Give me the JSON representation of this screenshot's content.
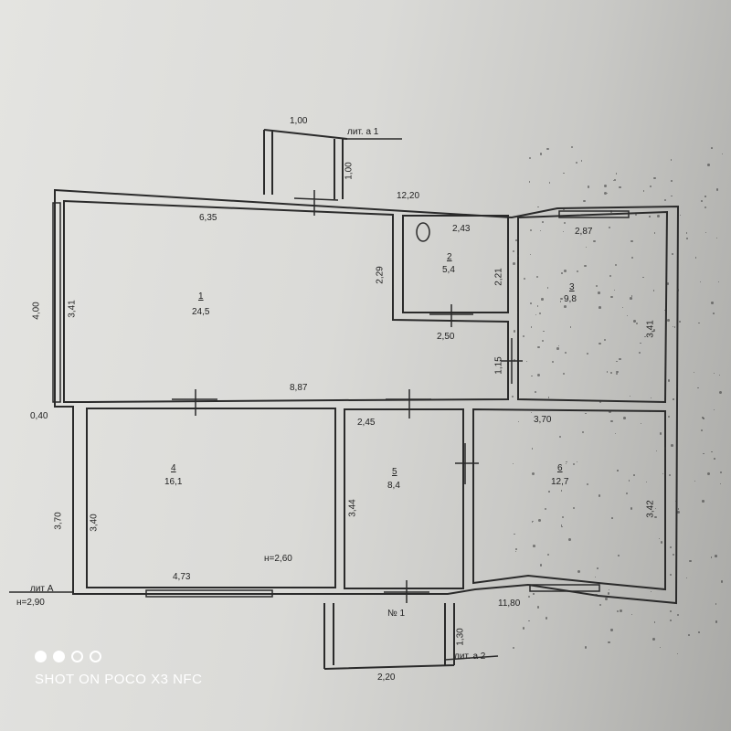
{
  "rooms": [
    {
      "num": "1",
      "area": "24,5"
    },
    {
      "num": "2",
      "area": "5,4"
    },
    {
      "num": "3",
      "area": "9,8"
    },
    {
      "num": "4",
      "area": "16,1"
    },
    {
      "num": "5",
      "area": "8,4"
    },
    {
      "num": "6",
      "area": "12,7"
    }
  ],
  "dims": {
    "top_porch_width": "1,00",
    "top_porch_depth": "1,00",
    "top_porch_label": "лит. а 1",
    "overall_top": "12,20",
    "room1_top": "6,35",
    "room1_left": "3,41",
    "outer_left_top": "4,00",
    "room1_right": "2,29",
    "room2_top": "2,43",
    "room2_right": "2,21",
    "room2_bottom": "2,50",
    "corridor": "1,15",
    "room3_top": "2,87",
    "room3_right": "3,41",
    "middle_wall": "8,87",
    "gap_left": "0,40",
    "outer_left_bottom": "3,70",
    "room4_left": "3,40",
    "room4_height": "н=2,60",
    "room4_bottom": "4,73",
    "lit_a": "лит А",
    "base_height": "н=2,90",
    "room5_top": "2,45",
    "room5_left": "3,44",
    "room6_top": "3,70",
    "room6_right": "3,42",
    "overall_bottom": "11,80",
    "porch_bottom_label": "№ 1",
    "porch_bottom_depth": "1,30",
    "porch_bottom_width": "2,20",
    "porch_bottom_lit": "лит. а 2"
  },
  "watermark": {
    "text": "SHOT ON POCO X3 NFC"
  }
}
